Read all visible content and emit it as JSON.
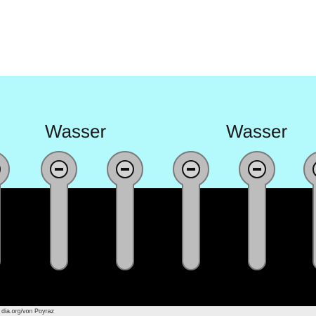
{
  "labels": {
    "water_left": "Wasser",
    "water_right": "Wasser"
  },
  "credit": "dia.org/von Poyraz",
  "colors": {
    "water": "#b4f9fc",
    "oil": "#000000",
    "molecule_fill": "#bdbdbd",
    "molecule_stroke": "#7a7a7a",
    "charge_symbol": "#111111"
  },
  "molecules": {
    "count": 6,
    "charge_sign": "−"
  }
}
